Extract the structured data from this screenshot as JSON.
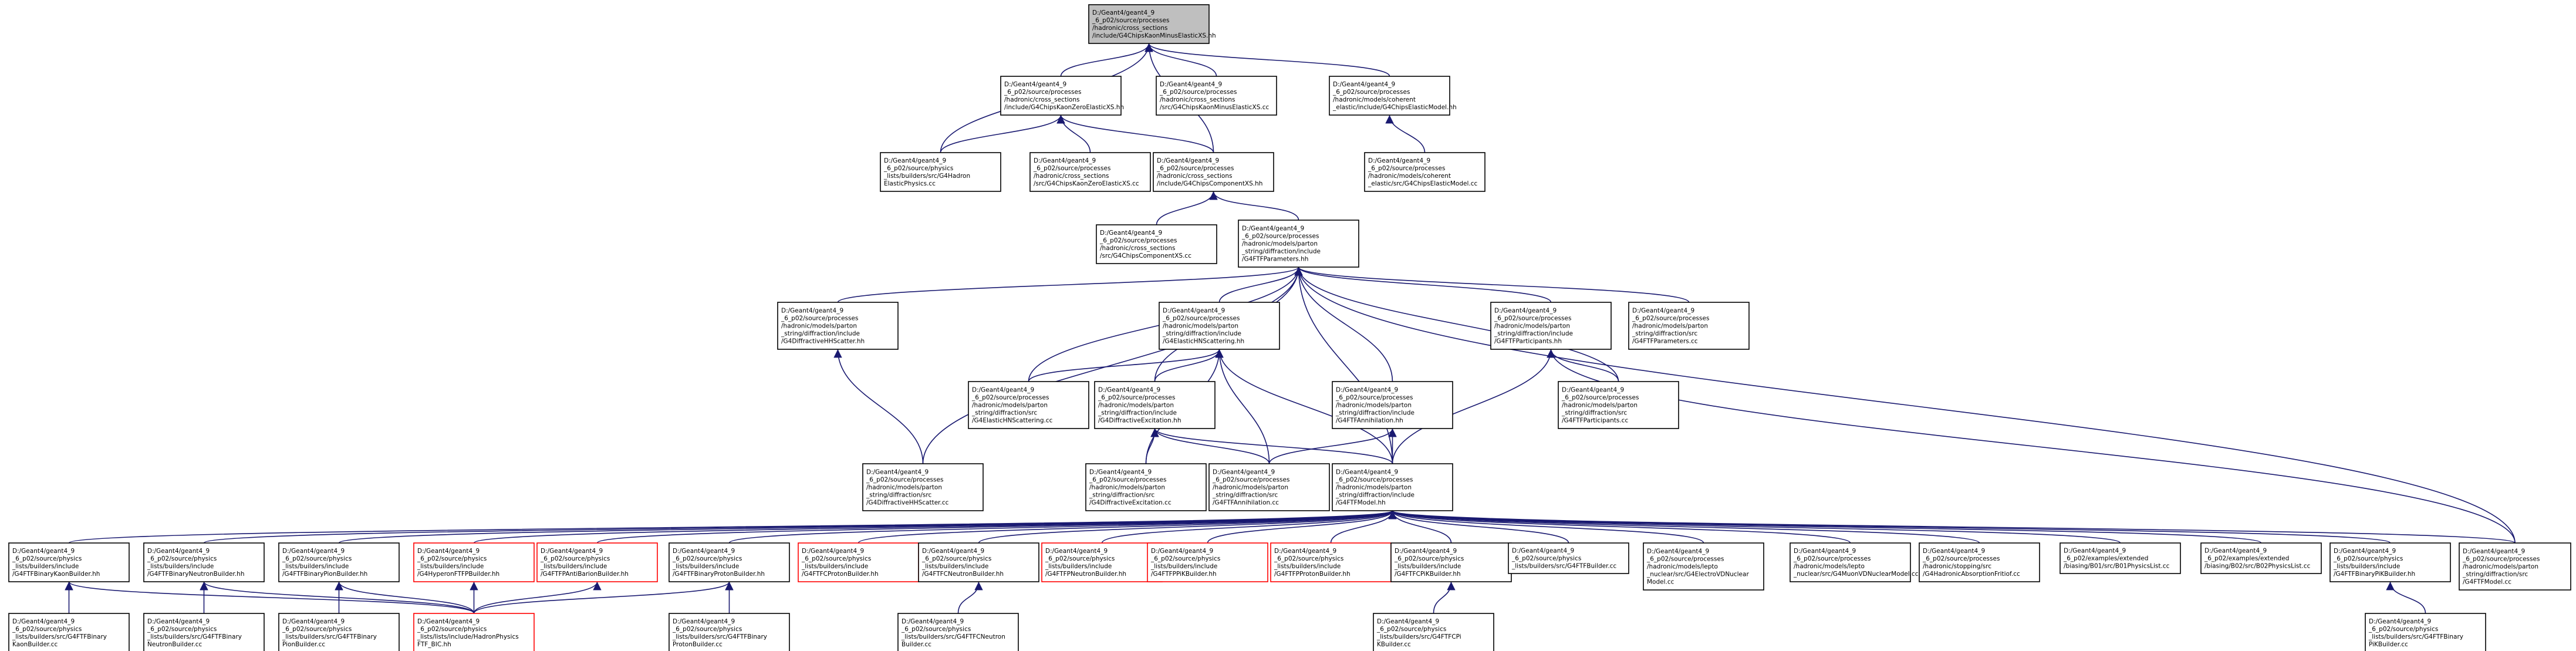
{
  "nodes": {
    "root": [
      "D:/Geant4/geant4_9",
      "_6_p02/source/processes",
      "/hadronic/cross_sections",
      "/include/G4ChipsKaonMinusElasticXS.hh"
    ],
    "zeroXShh": [
      "D:/Geant4/geant4_9",
      "_6_p02/source/processes",
      "/hadronic/cross_sections",
      "/include/G4ChipsKaonZeroElasticXS.hh"
    ],
    "minusXScc": [
      "D:/Geant4/geant4_9",
      "_6_p02/source/processes",
      "/hadronic/cross_sections",
      "/src/G4ChipsKaonMinusElasticXS.cc"
    ],
    "chipsElasticModelhh": [
      "D:/Geant4/geant4_9",
      "_6_p02/source/processes",
      "/hadronic/models/coherent",
      "_elastic/include/G4ChipsElasticModel.hh"
    ],
    "hadronElasticPhysics": [
      "D:/Geant4/geant4_9",
      "_6_p02/source/physics",
      "_lists/builders/src/G4Hadron",
      "ElasticPhysics.cc"
    ],
    "zeroXScc": [
      "D:/Geant4/geant4_9",
      "_6_p02/source/processes",
      "/hadronic/cross_sections",
      "/src/G4ChipsKaonZeroElasticXS.cc"
    ],
    "componentXShh": [
      "D:/Geant4/geant4_9",
      "_6_p02/source/processes",
      "/hadronic/cross_sections",
      "/include/G4ChipsComponentXS.hh"
    ],
    "chipsElasticModelcc": [
      "D:/Geant4/geant4_9",
      "_6_p02/source/processes",
      "/hadronic/models/coherent",
      "_elastic/src/G4ChipsElasticModel.cc"
    ],
    "componentXScc": [
      "D:/Geant4/geant4_9",
      "_6_p02/source/processes",
      "/hadronic/cross_sections",
      "/src/G4ChipsComponentXS.cc"
    ],
    "ftfParametershh": [
      "D:/Geant4/geant4_9",
      "_6_p02/source/processes",
      "/hadronic/models/parton",
      "_string/diffraction/include",
      "/G4FTFParameters.hh"
    ],
    "diffractiveHHScatterhh": [
      "D:/Geant4/geant4_9",
      "_6_p02/source/processes",
      "/hadronic/models/parton",
      "_string/diffraction/include",
      "/G4DiffractiveHHScatter.hh"
    ],
    "elasticHNScatteringhh": [
      "D:/Geant4/geant4_9",
      "_6_p02/source/processes",
      "/hadronic/models/parton",
      "_string/diffraction/include",
      "/G4ElasticHNScattering.hh"
    ],
    "ftfParticipantshh": [
      "D:/Geant4/geant4_9",
      "_6_p02/source/processes",
      "/hadronic/models/parton",
      "_string/diffraction/include",
      "/G4FTFParticipants.hh"
    ],
    "ftfParameterscc": [
      "D:/Geant4/geant4_9",
      "_6_p02/source/processes",
      "/hadronic/models/parton",
      "_string/diffraction/src",
      "/G4FTFParameters.cc"
    ],
    "elasticHNScatteringcc": [
      "D:/Geant4/geant4_9",
      "_6_p02/source/processes",
      "/hadronic/models/parton",
      "_string/diffraction/src",
      "/G4ElasticHNScattering.cc"
    ],
    "diffractiveExcitationhh": [
      "D:/Geant4/geant4_9",
      "_6_p02/source/processes",
      "/hadronic/models/parton",
      "_string/diffraction/include",
      "/G4DiffractiveExcitation.hh"
    ],
    "ftfAnnihilationhh": [
      "D:/Geant4/geant4_9",
      "_6_p02/source/processes",
      "/hadronic/models/parton",
      "_string/diffraction/include",
      "/G4FTFAnnihilation.hh"
    ],
    "ftfParticipantscc": [
      "D:/Geant4/geant4_9",
      "_6_p02/source/processes",
      "/hadronic/models/parton",
      "_string/diffraction/src",
      "/G4FTFParticipants.cc"
    ],
    "diffractiveHHScattercc": [
      "D:/Geant4/geant4_9",
      "_6_p02/source/processes",
      "/hadronic/models/parton",
      "_string/diffraction/src",
      "/G4DiffractiveHHScatter.cc"
    ],
    "diffractiveExcitationcc": [
      "D:/Geant4/geant4_9",
      "_6_p02/source/processes",
      "/hadronic/models/parton",
      "_string/diffraction/src",
      "/G4DiffractiveExcitation.cc"
    ],
    "ftfAnnihilationcc": [
      "D:/Geant4/geant4_9",
      "_6_p02/source/processes",
      "/hadronic/models/parton",
      "_string/diffraction/src",
      "/G4FTFAnnihilation.cc"
    ],
    "ftfModelhh": [
      "D:/Geant4/geant4_9",
      "_6_p02/source/processes",
      "/hadronic/models/parton",
      "_string/diffraction/include",
      "/G4FTFModel.hh"
    ],
    "ftfModelcc": [
      "D:/Geant4/geant4_9",
      "_6_p02/source/processes",
      "/hadronic/models/parton",
      "_string/diffraction/src",
      "/G4FTFModel.cc"
    ],
    "binaryKaonhh": [
      "D:/Geant4/geant4_9",
      "_6_p02/source/physics",
      "_lists/builders/include",
      "/G4FTFBinaryKaonBuilder.hh"
    ],
    "binaryNeutronhh": [
      "D:/Geant4/geant4_9",
      "_6_p02/source/physics",
      "_lists/builders/include",
      "/G4FTFBinaryNeutronBuilder.hh"
    ],
    "binaryPionhh": [
      "D:/Geant4/geant4_9",
      "_6_p02/source/physics",
      "_lists/builders/include",
      "/G4FTFBinaryPionBuilder.hh"
    ],
    "hyperonFTFPhh": [
      "D:/Geant4/geant4_9",
      "_6_p02/source/physics",
      "_lists/builders/include",
      "/G4HyperonFTFPBuilder.hh"
    ],
    "antiBarionhh": [
      "D:/Geant4/geant4_9",
      "_6_p02/source/physics",
      "_lists/builders/include",
      "/G4FTFPAntiBarionBuilder.hh"
    ],
    "binaryProtonhh": [
      "D:/Geant4/geant4_9",
      "_6_p02/source/physics",
      "_lists/builders/include",
      "/G4FTFBinaryProtonBuilder.hh"
    ],
    "ftfcProtonhh": [
      "D:/Geant4/geant4_9",
      "_6_p02/source/physics",
      "_lists/builders/include",
      "/G4FTFCProtonBuilder.hh"
    ],
    "ftfcNeutronhh": [
      "D:/Geant4/geant4_9",
      "_6_p02/source/physics",
      "_lists/builders/include",
      "/G4FTFCNeutronBuilder.hh"
    ],
    "ftfpNeutronhh": [
      "D:/Geant4/geant4_9",
      "_6_p02/source/physics",
      "_lists/builders/include",
      "/G4FTFPNeutronBuilder.hh"
    ],
    "ftfpPihh": [
      "D:/Geant4/geant4_9",
      "_6_p02/source/physics",
      "_lists/builders/include",
      "/G4FTFPPiKBuilder.hh"
    ],
    "ftfpProtonhh": [
      "D:/Geant4/geant4_9",
      "_6_p02/source/physics",
      "_lists/builders/include",
      "/G4FTFPProtonBuilder.hh"
    ],
    "ftfcPihh": [
      "D:/Geant4/geant4_9",
      "_6_p02/source/physics",
      "_lists/builders/include",
      "/G4FTFCPiKBuilder.hh"
    ],
    "ftfBuildercc": [
      "D:/Geant4/geant4_9",
      "_6_p02/source/physics",
      "_lists/builders/src/G4FTFBuilder.cc"
    ],
    "vNuclearModelcc": [
      "D:/Geant4/geant4_9",
      "_6_p02/source/processes",
      "/hadronic/models/lepto",
      "_nuclear/src/G4ElectroVDNuclear",
      "Model.cc"
    ],
    "muonVDNuclearModelcc": [
      "D:/Geant4/geant4_9",
      "_6_p02/source/processes",
      "/hadronic/models/lepto",
      "_nuclear/src/G4MuonVDNuclearModel.cc"
    ],
    "absorptionFritiofcc": [
      "D:/Geant4/geant4_9",
      "_6_p02/source/processes",
      "/hadronic/stopping/src",
      "/G4HadronicAbsorptionFritiof.cc"
    ],
    "b01PhysicsListcc": [
      "D:/Geant4/geant4_9",
      "_6_p02/examples/extended",
      "/biasing/B01/src/B01PhysicsList.cc"
    ],
    "b02PhysicsListcc": [
      "D:/Geant4/geant4_9",
      "_6_p02/examples/extended",
      "/biasing/B02/src/B02PhysicsList.cc"
    ],
    "binaryPihh": [
      "D:/Geant4/geant4_9",
      "_6_p02/source/physics",
      "_lists/builders/include",
      "/G4FTFBinaryPiKBuilder.hh"
    ],
    "binaryKaoncc": [
      "D:/Geant4/geant4_9",
      "_6_p02/source/physics",
      "_lists/builders/src/G4FTFBinary",
      "KaonBuilder.cc"
    ],
    "binaryNeutroncc": [
      "D:/Geant4/geant4_9",
      "_6_p02/source/physics",
      "_lists/builders/src/G4FTFBinary",
      "NeutronBuilder.cc"
    ],
    "binaryPioncc": [
      "D:/Geant4/geant4_9",
      "_6_p02/source/physics",
      "_lists/builders/src/G4FTFBinary",
      "PionBuilder.cc"
    ],
    "hadronPhysicsFTFBIChh": [
      "D:/Geant4/geant4_9",
      "_6_p02/source/physics",
      "_lists/lists/include/HadronPhysics",
      "FTF_BIC.hh"
    ],
    "binaryProtoncc": [
      "D:/Geant4/geant4_9",
      "_6_p02/source/physics",
      "_lists/builders/src/G4FTFBinary",
      "ProtonBuilder.cc"
    ],
    "ftfcNeutroncc": [
      "D:/Geant4/geant4_9",
      "_6_p02/source/physics",
      "_lists/builders/src/G4FTFCNeutron",
      "Builder.cc"
    ],
    "ftfcPicc": [
      "D:/Geant4/geant4_9",
      "_6_p02/source/physics",
      "_lists/builders/src/G4FTFCPi",
      "KBuilder.cc"
    ],
    "binaryPicc": [
      "D:/Geant4/geant4_9",
      "_6_p02/source/physics",
      "_lists/builders/src/G4FTFBinary",
      "PiKBuilder.cc"
    ]
  },
  "edges": [
    [
      "zeroXShh",
      "root"
    ],
    [
      "minusXScc",
      "root"
    ],
    [
      "chipsElasticModelhh",
      "root"
    ],
    [
      "hadronElasticPhysics",
      "root"
    ],
    [
      "componentXShh",
      "root"
    ],
    [
      "hadronElasticPhysics",
      "zeroXShh"
    ],
    [
      "zeroXScc",
      "zeroXShh"
    ],
    [
      "componentXShh",
      "zeroXShh"
    ],
    [
      "chipsElasticModelcc",
      "chipsElasticModelhh"
    ],
    [
      "componentXScc",
      "componentXShh"
    ],
    [
      "ftfParametershh",
      "componentXShh"
    ],
    [
      "diffractiveHHScatterhh",
      "ftfParametershh"
    ],
    [
      "elasticHNScatteringhh",
      "ftfParametershh"
    ],
    [
      "ftfParticipantshh",
      "ftfParametershh"
    ],
    [
      "ftfParameterscc",
      "ftfParametershh"
    ],
    [
      "elasticHNScatteringcc",
      "ftfParametershh"
    ],
    [
      "diffractiveExcitationhh",
      "ftfParametershh"
    ],
    [
      "ftfAnnihilationhh",
      "ftfParametershh"
    ],
    [
      "ftfParticipantscc",
      "ftfParametershh"
    ],
    [
      "diffractiveHHScattercc",
      "ftfParametershh"
    ],
    [
      "ftfModelhh",
      "ftfParametershh"
    ],
    [
      "ftfModelcc",
      "ftfParametershh"
    ],
    [
      "diffractiveHHScattercc",
      "diffractiveHHScatterhh"
    ],
    [
      "elasticHNScatteringcc",
      "elasticHNScatteringhh"
    ],
    [
      "diffractiveExcitationhh",
      "elasticHNScatteringhh"
    ],
    [
      "diffractiveExcitationcc",
      "elasticHNScatteringhh"
    ],
    [
      "ftfAnnihilationcc",
      "elasticHNScatteringhh"
    ],
    [
      "ftfModelhh",
      "elasticHNScatteringhh"
    ],
    [
      "ftfParticipantscc",
      "ftfParticipantshh"
    ],
    [
      "ftfModelhh",
      "ftfParticipantshh"
    ],
    [
      "ftfModelcc",
      "ftfParticipantshh"
    ],
    [
      "diffractiveExcitationcc",
      "diffractiveExcitationhh"
    ],
    [
      "ftfAnnihilationcc",
      "diffractiveExcitationhh"
    ],
    [
      "ftfModelhh",
      "diffractiveExcitationhh"
    ],
    [
      "ftfAnnihilationcc",
      "ftfAnnihilationhh"
    ],
    [
      "ftfModelhh",
      "ftfAnnihilationhh"
    ],
    [
      "ftfModelcc",
      "ftfModelhh"
    ],
    [
      "binaryKaonhh",
      "ftfModelhh"
    ],
    [
      "binaryNeutronhh",
      "ftfModelhh"
    ],
    [
      "binaryPionhh",
      "ftfModelhh"
    ],
    [
      "hyperonFTFPhh",
      "ftfModelhh"
    ],
    [
      "antiBarionhh",
      "ftfModelhh"
    ],
    [
      "binaryProtonhh",
      "ftfModelhh"
    ],
    [
      "ftfcProtonhh",
      "ftfModelhh"
    ],
    [
      "ftfcNeutronhh",
      "ftfModelhh"
    ],
    [
      "ftfpNeutronhh",
      "ftfModelhh"
    ],
    [
      "ftfpPihh",
      "ftfModelhh"
    ],
    [
      "ftfpProtonhh",
      "ftfModelhh"
    ],
    [
      "ftfcPihh",
      "ftfModelhh"
    ],
    [
      "ftfBuildercc",
      "ftfModelhh"
    ],
    [
      "vNuclearModelcc",
      "ftfModelhh"
    ],
    [
      "muonVDNuclearModelcc",
      "ftfModelhh"
    ],
    [
      "absorptionFritiofcc",
      "ftfModelhh"
    ],
    [
      "b01PhysicsListcc",
      "ftfModelhh"
    ],
    [
      "b02PhysicsListcc",
      "ftfModelhh"
    ],
    [
      "binaryPihh",
      "ftfModelhh"
    ],
    [
      "binaryKaoncc",
      "binaryKaonhh"
    ],
    [
      "hadronPhysicsFTFBIChh",
      "binaryKaonhh"
    ],
    [
      "binaryNeutroncc",
      "binaryNeutronhh"
    ],
    [
      "hadronPhysicsFTFBIChh",
      "binaryNeutronhh"
    ],
    [
      "binaryPioncc",
      "binaryPionhh"
    ],
    [
      "hadronPhysicsFTFBIChh",
      "binaryPionhh"
    ],
    [
      "hadronPhysicsFTFBIChh",
      "hyperonFTFPhh"
    ],
    [
      "hadronPhysicsFTFBIChh",
      "antiBarionhh"
    ],
    [
      "hadronPhysicsFTFBIChh",
      "binaryProtonhh"
    ],
    [
      "binaryProtoncc",
      "binaryProtonhh"
    ],
    [
      "ftfcNeutroncc",
      "ftfcNeutronhh"
    ],
    [
      "ftfcPicc",
      "ftfcPihh"
    ],
    [
      "binaryPicc",
      "binaryPihh"
    ]
  ]
}
